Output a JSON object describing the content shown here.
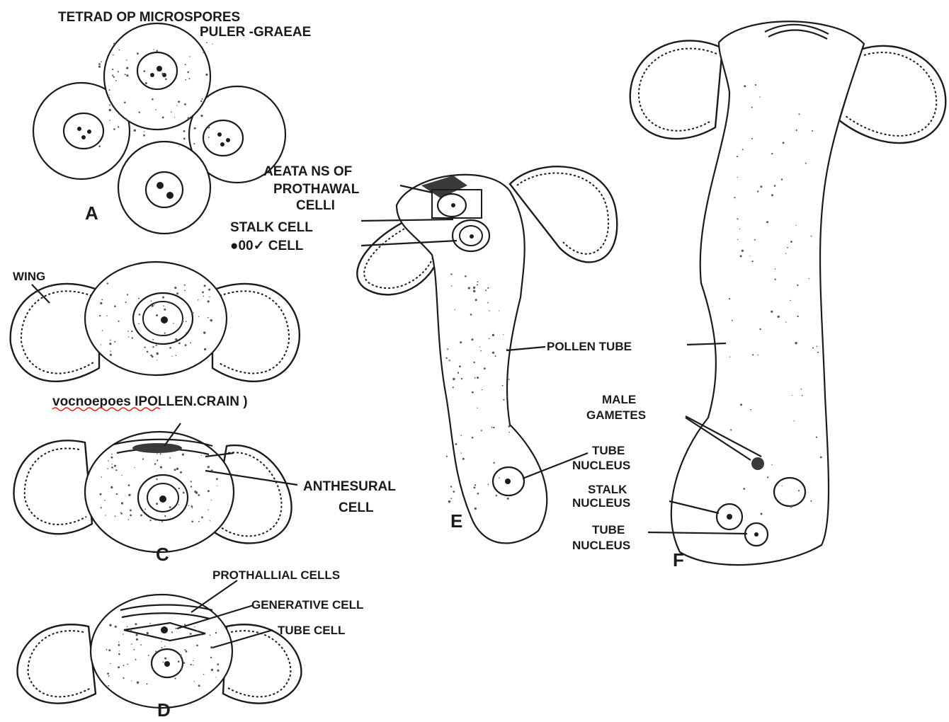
{
  "labels": {
    "title_line1": "TETRAD OP MICROSPORES",
    "title_line2": "PULER -GRAEAE",
    "letter_a": "A",
    "wing": "WING",
    "pollen_grain": "vocnoepoes IPOLLEN.CRAIN )",
    "letter_c": "C",
    "anthesural_1": "ANTHESURAL",
    "anthesural_2": "CELL",
    "letter_d": "D",
    "prothallial": "PROTHALLIAL CELLS",
    "generative": "GENERATIVE CELL",
    "tube_cell": "TUBE CELL",
    "remnants_1": "AEATA NS OF",
    "remnants_2": "PROTHAWAL",
    "remnants_3": "CELLI",
    "stalk_cell": "STALK CELL",
    "body_cell": "●00✓ CELL",
    "pollen_tube": "POLLEN TUBE",
    "tube_nucleus_e_1": "TUBE",
    "tube_nucleus_e_2": "NUCLEUS",
    "letter_e": "E",
    "male_gametes_1": "MALE",
    "male_gametes_2": "GAMETES",
    "stalk_nucleus_1": "STALK",
    "stalk_nucleus_2": "NUCLEUS",
    "tube_nucleus_f_1": "TUBE",
    "tube_nucleus_f_2": "NUCLEUS",
    "letter_f": "F"
  },
  "colors": {
    "ink": "#1b1b1b",
    "background": "#ffffff",
    "squiggle_underline": "#d62020"
  }
}
